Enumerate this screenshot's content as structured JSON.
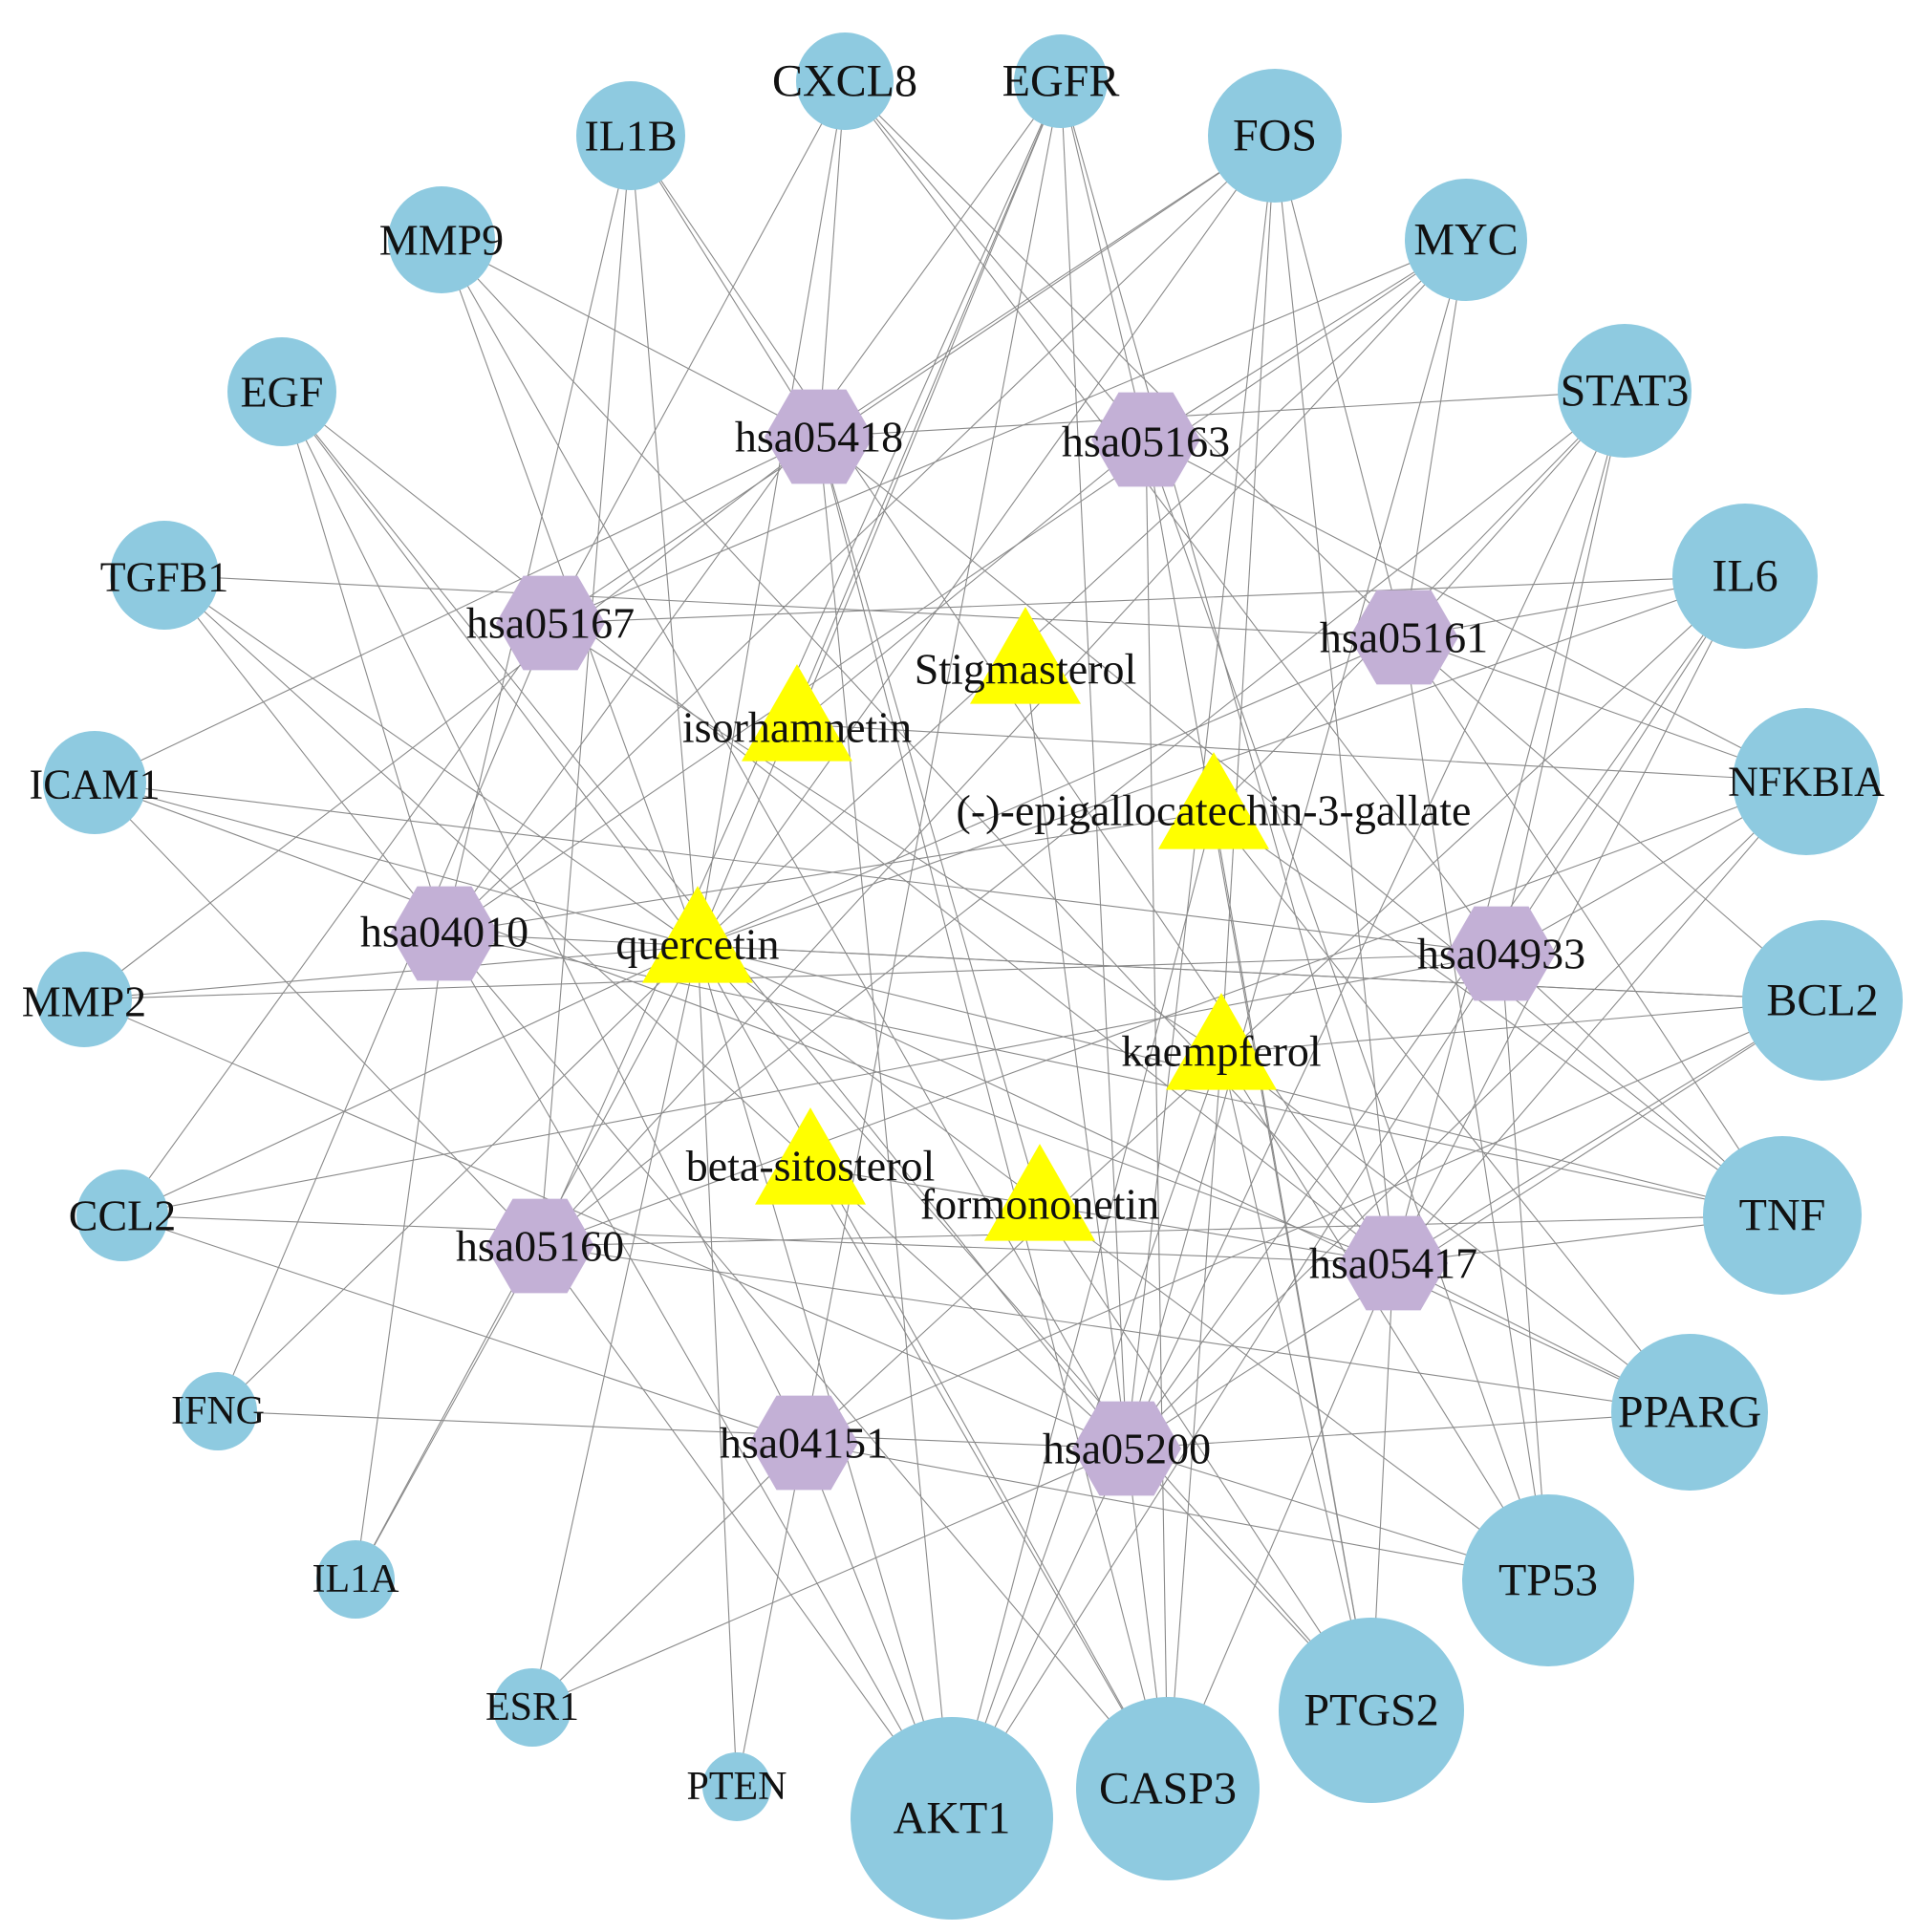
{
  "colors": {
    "gene": "#8ecae0",
    "pathway": "#c3b0d6",
    "compound": "#ffff00",
    "edge": "#8a8a8a",
    "text": "#111111"
  },
  "nodes": [
    {
      "id": "CXCL8",
      "label": "CXCL8",
      "type": "gene"
    },
    {
      "id": "EGFR",
      "label": "EGFR",
      "type": "gene"
    },
    {
      "id": "FOS",
      "label": "FOS",
      "type": "gene"
    },
    {
      "id": "MYC",
      "label": "MYC",
      "type": "gene"
    },
    {
      "id": "STAT3",
      "label": "STAT3",
      "type": "gene"
    },
    {
      "id": "IL6",
      "label": "IL6",
      "type": "gene"
    },
    {
      "id": "NFKBIA",
      "label": "NFKBIA",
      "type": "gene"
    },
    {
      "id": "BCL2",
      "label": "BCL2",
      "type": "gene"
    },
    {
      "id": "TNF",
      "label": "TNF",
      "type": "gene"
    },
    {
      "id": "PPARG",
      "label": "PPARG",
      "type": "gene"
    },
    {
      "id": "TP53",
      "label": "TP53",
      "type": "gene"
    },
    {
      "id": "PTGS2",
      "label": "PTGS2",
      "type": "gene"
    },
    {
      "id": "CASP3",
      "label": "CASP3",
      "type": "gene"
    },
    {
      "id": "AKT1",
      "label": "AKT1",
      "type": "gene"
    },
    {
      "id": "PTEN",
      "label": "PTEN",
      "type": "gene"
    },
    {
      "id": "ESR1",
      "label": "ESR1",
      "type": "gene"
    },
    {
      "id": "IL1A",
      "label": "IL1A",
      "type": "gene"
    },
    {
      "id": "IFNG",
      "label": "IFNG",
      "type": "gene"
    },
    {
      "id": "CCL2",
      "label": "CCL2",
      "type": "gene"
    },
    {
      "id": "MMP2",
      "label": "MMP2",
      "type": "gene"
    },
    {
      "id": "ICAM1",
      "label": "ICAM1",
      "type": "gene"
    },
    {
      "id": "TGFB1",
      "label": "TGFB1",
      "type": "gene"
    },
    {
      "id": "EGF",
      "label": "EGF",
      "type": "gene"
    },
    {
      "id": "MMP9",
      "label": "MMP9",
      "type": "gene"
    },
    {
      "id": "IL1B",
      "label": "IL1B",
      "type": "gene"
    },
    {
      "id": "hsa05418",
      "label": "hsa05418",
      "type": "pathway"
    },
    {
      "id": "hsa05163",
      "label": "hsa05163",
      "type": "pathway"
    },
    {
      "id": "hsa05167",
      "label": "hsa05167",
      "type": "pathway"
    },
    {
      "id": "hsa05161",
      "label": "hsa05161",
      "type": "pathway"
    },
    {
      "id": "hsa04010",
      "label": "hsa04010",
      "type": "pathway"
    },
    {
      "id": "hsa04933",
      "label": "hsa04933",
      "type": "pathway"
    },
    {
      "id": "hsa05160",
      "label": "hsa05160",
      "type": "pathway"
    },
    {
      "id": "hsa05417",
      "label": "hsa05417",
      "type": "pathway"
    },
    {
      "id": "hsa04151",
      "label": "hsa04151",
      "type": "pathway"
    },
    {
      "id": "hsa05200",
      "label": "hsa05200",
      "type": "pathway"
    },
    {
      "id": "Stigmasterol",
      "label": "Stigmasterol",
      "type": "compound"
    },
    {
      "id": "isorhamnetin",
      "label": "isorhamnetin",
      "type": "compound"
    },
    {
      "id": "EGCG",
      "label": "(-)-epigallocatechin-3-gallate",
      "type": "compound"
    },
    {
      "id": "quercetin",
      "label": "quercetin",
      "type": "compound"
    },
    {
      "id": "kaempferol",
      "label": "kaempferol",
      "type": "compound"
    },
    {
      "id": "beta-sitosterol",
      "label": "beta-sitosterol",
      "type": "compound"
    },
    {
      "id": "formononetin",
      "label": "formononetin",
      "type": "compound"
    }
  ],
  "edges": [
    [
      "CXCL8",
      "hsa05418"
    ],
    [
      "CXCL8",
      "hsa05163"
    ],
    [
      "CXCL8",
      "hsa05161"
    ],
    [
      "CXCL8",
      "hsa04933"
    ],
    [
      "CXCL8",
      "quercetin"
    ],
    [
      "CXCL8",
      "hsa05167"
    ],
    [
      "EGFR",
      "hsa05163"
    ],
    [
      "EGFR",
      "hsa04010"
    ],
    [
      "EGFR",
      "hsa04151"
    ],
    [
      "EGFR",
      "hsa05200"
    ],
    [
      "EGFR",
      "quercetin"
    ],
    [
      "EGFR",
      "isorhamnetin"
    ],
    [
      "EGFR",
      "hsa05160"
    ],
    [
      "EGFR",
      "hsa05417"
    ],
    [
      "FOS",
      "hsa05418"
    ],
    [
      "FOS",
      "hsa05161"
    ],
    [
      "FOS",
      "hsa04010"
    ],
    [
      "FOS",
      "hsa05200"
    ],
    [
      "FOS",
      "hsa05417"
    ],
    [
      "FOS",
      "quercetin"
    ],
    [
      "FOS",
      "kaempferol"
    ],
    [
      "FOS",
      "hsa05167"
    ],
    [
      "MYC",
      "hsa05163"
    ],
    [
      "MYC",
      "hsa05161"
    ],
    [
      "MYC",
      "hsa04010"
    ],
    [
      "MYC",
      "hsa05200"
    ],
    [
      "MYC",
      "quercetin"
    ],
    [
      "MYC",
      "hsa05167"
    ],
    [
      "MYC",
      "hsa05160"
    ],
    [
      "STAT3",
      "hsa05418"
    ],
    [
      "STAT3",
      "hsa05161"
    ],
    [
      "STAT3",
      "hsa04933"
    ],
    [
      "STAT3",
      "hsa05200"
    ],
    [
      "STAT3",
      "hsa05417"
    ],
    [
      "STAT3",
      "EGCG"
    ],
    [
      "STAT3",
      "hsa05160"
    ],
    [
      "IL6",
      "hsa05167"
    ],
    [
      "IL6",
      "hsa05161"
    ],
    [
      "IL6",
      "hsa04933"
    ],
    [
      "IL6",
      "hsa05417"
    ],
    [
      "IL6",
      "hsa04151"
    ],
    [
      "IL6",
      "hsa05200"
    ],
    [
      "IL6",
      "quercetin"
    ],
    [
      "NFKBIA",
      "hsa05163"
    ],
    [
      "NFKBIA",
      "hsa05161"
    ],
    [
      "NFKBIA",
      "hsa04933"
    ],
    [
      "NFKBIA",
      "hsa05417"
    ],
    [
      "NFKBIA",
      "hsa05200"
    ],
    [
      "NFKBIA",
      "isorhamnetin"
    ],
    [
      "NFKBIA",
      "hsa05160"
    ],
    [
      "BCL2",
      "hsa05161"
    ],
    [
      "BCL2",
      "hsa04010"
    ],
    [
      "BCL2",
      "hsa04151"
    ],
    [
      "BCL2",
      "hsa05200"
    ],
    [
      "BCL2",
      "quercetin"
    ],
    [
      "BCL2",
      "kaempferol"
    ],
    [
      "BCL2",
      "hsa05417"
    ],
    [
      "TNF",
      "hsa05418"
    ],
    [
      "TNF",
      "hsa05161"
    ],
    [
      "TNF",
      "hsa04010"
    ],
    [
      "TNF",
      "hsa04933"
    ],
    [
      "TNF",
      "hsa05417"
    ],
    [
      "TNF",
      "quercetin"
    ],
    [
      "TNF",
      "EGCG"
    ],
    [
      "TNF",
      "hsa05160"
    ],
    [
      "PPARG",
      "hsa05200"
    ],
    [
      "PPARG",
      "hsa05417"
    ],
    [
      "PPARG",
      "quercetin"
    ],
    [
      "PPARG",
      "kaempferol"
    ],
    [
      "PPARG",
      "EGCG"
    ],
    [
      "PPARG",
      "hsa05160"
    ],
    [
      "TP53",
      "hsa05161"
    ],
    [
      "TP53",
      "hsa05200"
    ],
    [
      "TP53",
      "hsa04151"
    ],
    [
      "TP53",
      "hsa04933"
    ],
    [
      "TP53",
      "quercetin"
    ],
    [
      "TP53",
      "kaempferol"
    ],
    [
      "TP53",
      "hsa05163"
    ],
    [
      "PTGS2",
      "hsa05200"
    ],
    [
      "PTGS2",
      "hsa05417"
    ],
    [
      "PTGS2",
      "quercetin"
    ],
    [
      "PTGS2",
      "kaempferol"
    ],
    [
      "PTGS2",
      "EGCG"
    ],
    [
      "PTGS2",
      "formononetin"
    ],
    [
      "PTGS2",
      "hsa05163"
    ],
    [
      "CASP3",
      "hsa05418"
    ],
    [
      "CASP3",
      "hsa05163"
    ],
    [
      "CASP3",
      "hsa05200"
    ],
    [
      "CASP3",
      "hsa04010"
    ],
    [
      "CASP3",
      "quercetin"
    ],
    [
      "CASP3",
      "kaempferol"
    ],
    [
      "CASP3",
      "beta-sitosterol"
    ],
    [
      "CASP3",
      "hsa05417"
    ],
    [
      "AKT1",
      "hsa04151"
    ],
    [
      "AKT1",
      "hsa05200"
    ],
    [
      "AKT1",
      "hsa05418"
    ],
    [
      "AKT1",
      "hsa04933"
    ],
    [
      "AKT1",
      "quercetin"
    ],
    [
      "AKT1",
      "kaempferol"
    ],
    [
      "AKT1",
      "EGCG"
    ],
    [
      "AKT1",
      "hsa05160"
    ],
    [
      "AKT1",
      "hsa04010"
    ],
    [
      "PTEN",
      "hsa04151"
    ],
    [
      "PTEN",
      "quercetin"
    ],
    [
      "ESR1",
      "hsa04151"
    ],
    [
      "ESR1",
      "quercetin"
    ],
    [
      "ESR1",
      "hsa05200"
    ],
    [
      "IL1A",
      "hsa04010"
    ],
    [
      "IL1A",
      "hsa05160"
    ],
    [
      "IL1A",
      "quercetin"
    ],
    [
      "IFNG",
      "hsa05200"
    ],
    [
      "IFNG",
      "hsa05167"
    ],
    [
      "IFNG",
      "quercetin"
    ],
    [
      "CCL2",
      "hsa05167"
    ],
    [
      "CCL2",
      "hsa05417"
    ],
    [
      "CCL2",
      "hsa04933"
    ],
    [
      "CCL2",
      "quercetin"
    ],
    [
      "CCL2",
      "hsa04151"
    ],
    [
      "MMP2",
      "hsa05200"
    ],
    [
      "MMP2",
      "hsa04933"
    ],
    [
      "MMP2",
      "quercetin"
    ],
    [
      "MMP2",
      "hsa05418"
    ],
    [
      "ICAM1",
      "hsa05418"
    ],
    [
      "ICAM1",
      "hsa05417"
    ],
    [
      "ICAM1",
      "hsa04933"
    ],
    [
      "ICAM1",
      "quercetin"
    ],
    [
      "ICAM1",
      "hsa05160"
    ],
    [
      "TGFB1",
      "hsa05161"
    ],
    [
      "TGFB1",
      "hsa04010"
    ],
    [
      "TGFB1",
      "hsa05200"
    ],
    [
      "TGFB1",
      "quercetin"
    ],
    [
      "EGF",
      "hsa04010"
    ],
    [
      "EGF",
      "hsa04151"
    ],
    [
      "EGF",
      "hsa05200"
    ],
    [
      "EGF",
      "hsa05417"
    ],
    [
      "EGF",
      "quercetin"
    ],
    [
      "MMP9",
      "hsa05418"
    ],
    [
      "MMP9",
      "hsa05200"
    ],
    [
      "MMP9",
      "quercetin"
    ],
    [
      "MMP9",
      "hsa05417"
    ],
    [
      "IL1B",
      "hsa05418"
    ],
    [
      "IL1B",
      "hsa05417"
    ],
    [
      "IL1B",
      "hsa04010"
    ],
    [
      "IL1B",
      "quercetin"
    ],
    [
      "IL1B",
      "hsa05160"
    ],
    [
      "quercetin",
      "hsa05161"
    ],
    [
      "kaempferol",
      "hsa05167"
    ],
    [
      "EGCG",
      "hsa04010"
    ],
    [
      "isorhamnetin",
      "hsa05163"
    ],
    [
      "Stigmasterol",
      "hsa05200"
    ],
    [
      "beta-sitosterol",
      "hsa05417"
    ],
    [
      "formononetin",
      "hsa05418"
    ]
  ]
}
